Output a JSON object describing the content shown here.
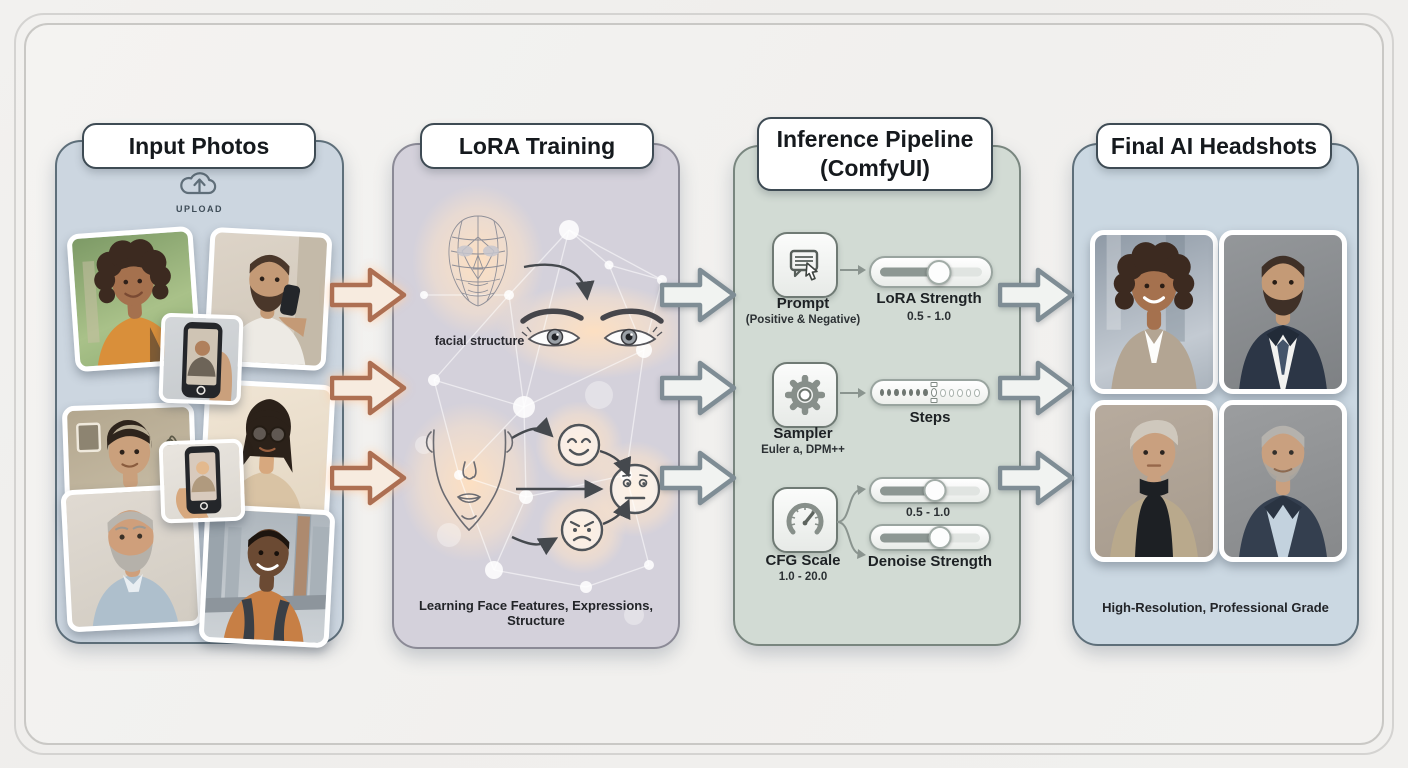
{
  "panels": [
    {
      "title": "Input Photos",
      "upload_label": "UPLOAD",
      "photos": [
        "selfie-curly-woman-park",
        "mirror-selfie-bearded-man",
        "phone-camera-man",
        "indoor-selfie-young-person",
        "peace-sign-woman-glasses",
        "phone-camera-woman",
        "older-gray-haired-man",
        "city-selfie-young-man"
      ]
    },
    {
      "title": "LoRA Training",
      "facial_structure_label": "facial structure",
      "caption": "Learning Face Features, Expressions, Structure"
    },
    {
      "title_line1": "Inference Pipeline",
      "title_line2": "(ComfyUI)",
      "rows": [
        {
          "label": "Prompt",
          "sublabel": "(Positive & Negative)",
          "control_label": "LoRA Strength",
          "control_range": "0.5 - 1.0",
          "slider_pct": "58%"
        },
        {
          "label": "Sampler",
          "sublabel": "Euler a, DPM++",
          "control_label": "Steps",
          "steps": {
            "filled": 7,
            "hollow": 5
          }
        },
        {
          "label": "CFG Scale",
          "sublabel": "1.0 - 20.0",
          "top_range": "0.5 - 1.0",
          "bottom_label": "Denoise Strength",
          "slider_top_pct": "55%",
          "slider_bottom_pct": "60%"
        }
      ]
    },
    {
      "title": "Final AI Headshots",
      "caption": "High-Resolution, Professional Grade",
      "photos": [
        "professional-woman-curly-hair",
        "professional-man-navy-suit",
        "professional-person-platinum-hair",
        "professional-older-man-gray-hair"
      ]
    }
  ],
  "colors": {
    "copper_arrow_stroke": "#ad6f52",
    "copper_arrow_fill": "#f7ebdf",
    "gray_arrow_stroke": "#7f8d95",
    "gray_arrow_fill": "#f1f3f1",
    "panel_input_bg": "#ccd6e0",
    "panel_lora_bg": "#d4d1db",
    "panel_inference_bg": "#d2dbd4",
    "panel_final_bg": "#cbd8e2"
  }
}
